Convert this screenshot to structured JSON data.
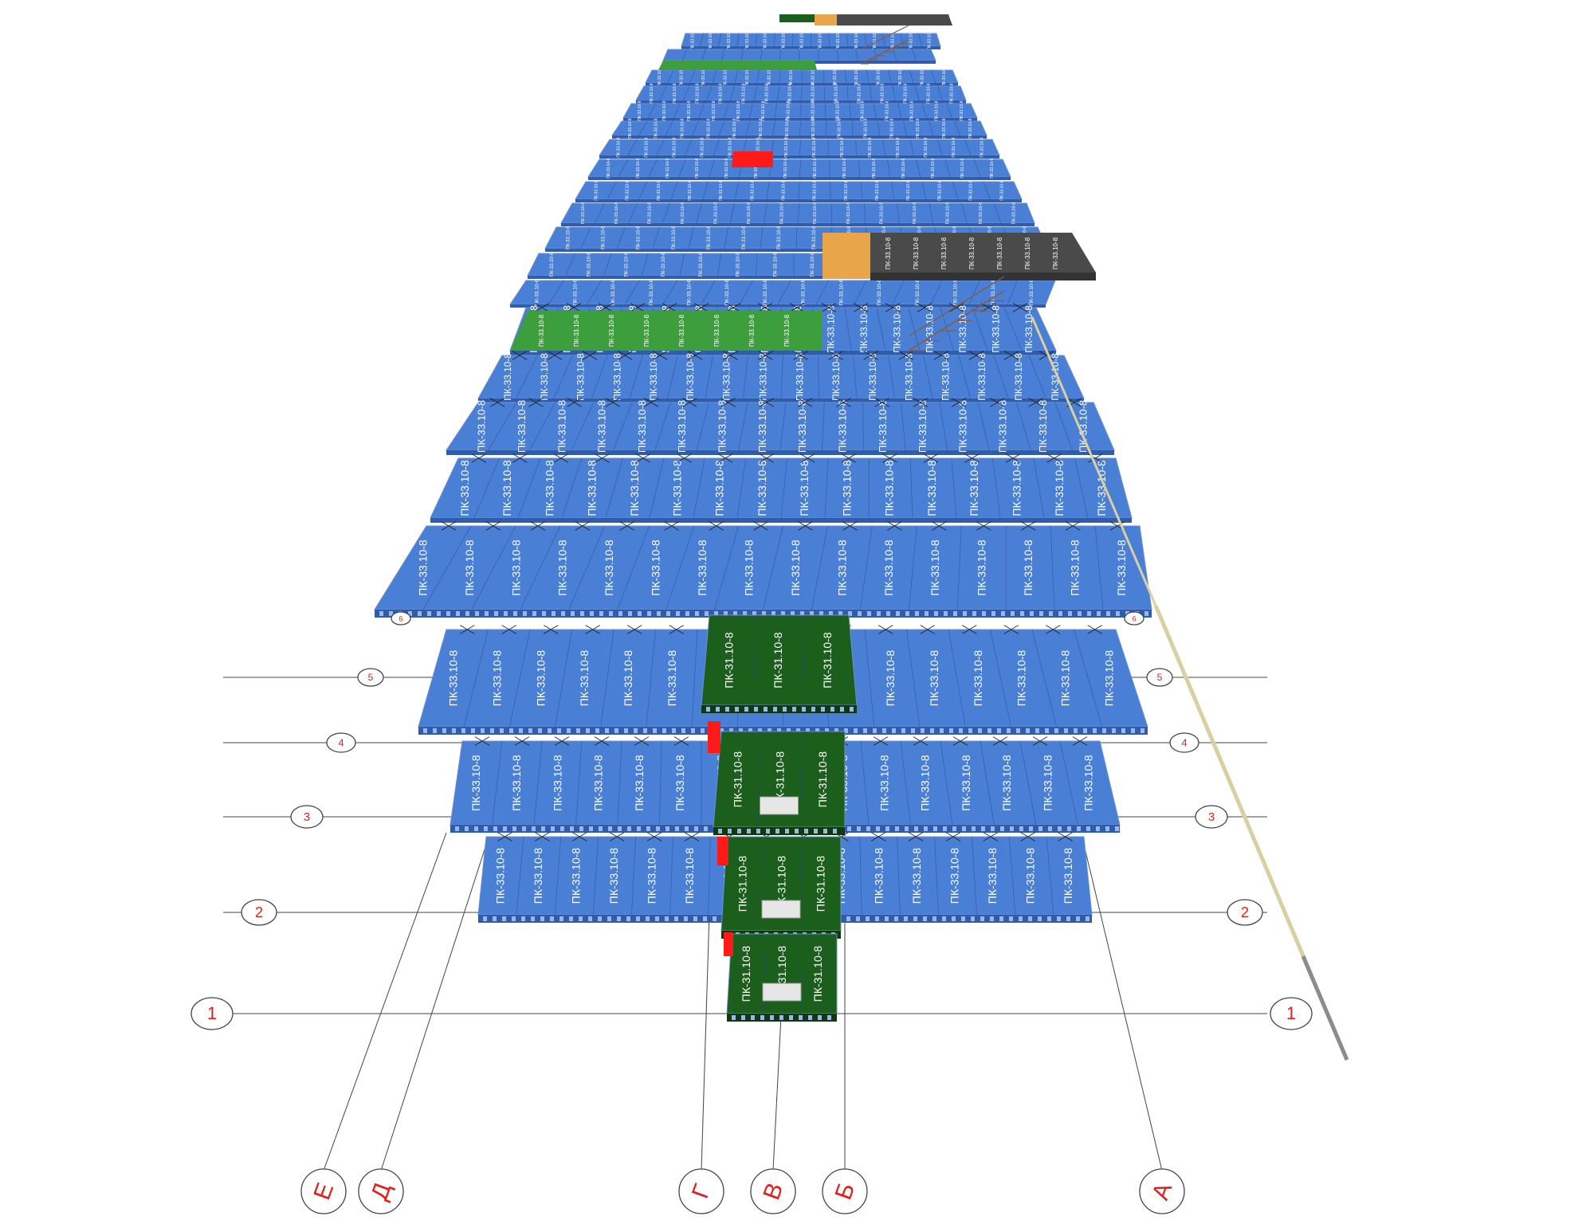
{
  "drawing": {
    "row_axes": [
      "1",
      "2",
      "3",
      "4",
      "5",
      "6"
    ],
    "column_axes": [
      "Е",
      "Д",
      "Г",
      "В",
      "Б",
      "А"
    ],
    "slab_mark_blue": "ПК-33.10-8",
    "slab_mark_green": "ПК-31.10-8"
  },
  "colors": {
    "slab_blue": "#4a7fd6",
    "slab_blue_edge": "#2f5cab",
    "slab_green": "#1c5e1c",
    "slab_light_green": "#3c9e3c",
    "slab_orange": "#e8a54a",
    "slab_grey": "#4a4a4a",
    "marker_red": "#e0201c",
    "rod": "#d9cfa0"
  }
}
